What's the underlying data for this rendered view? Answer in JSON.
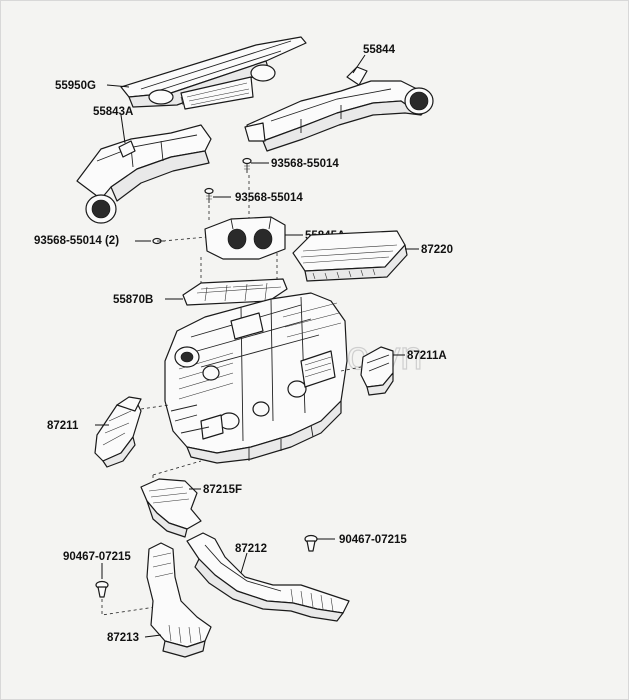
{
  "watermark": "phutungoto.vn",
  "labels": {
    "p55950g": "55950G",
    "p55844": "55844",
    "p55843a": "55843A",
    "p93568_a": "93568-55014",
    "p93568_b": "93568-55014",
    "p93568_c": "93568-55014 (2)",
    "p55845a": "55845A",
    "p87220": "87220",
    "p55870b": "55870B",
    "p87211a": "87211A",
    "p87211": "87211",
    "p87215f": "87215F",
    "p90467_a": "90467-07215",
    "p90467_b": "90467-07215",
    "p87212": "87212",
    "p87213": "87213"
  }
}
